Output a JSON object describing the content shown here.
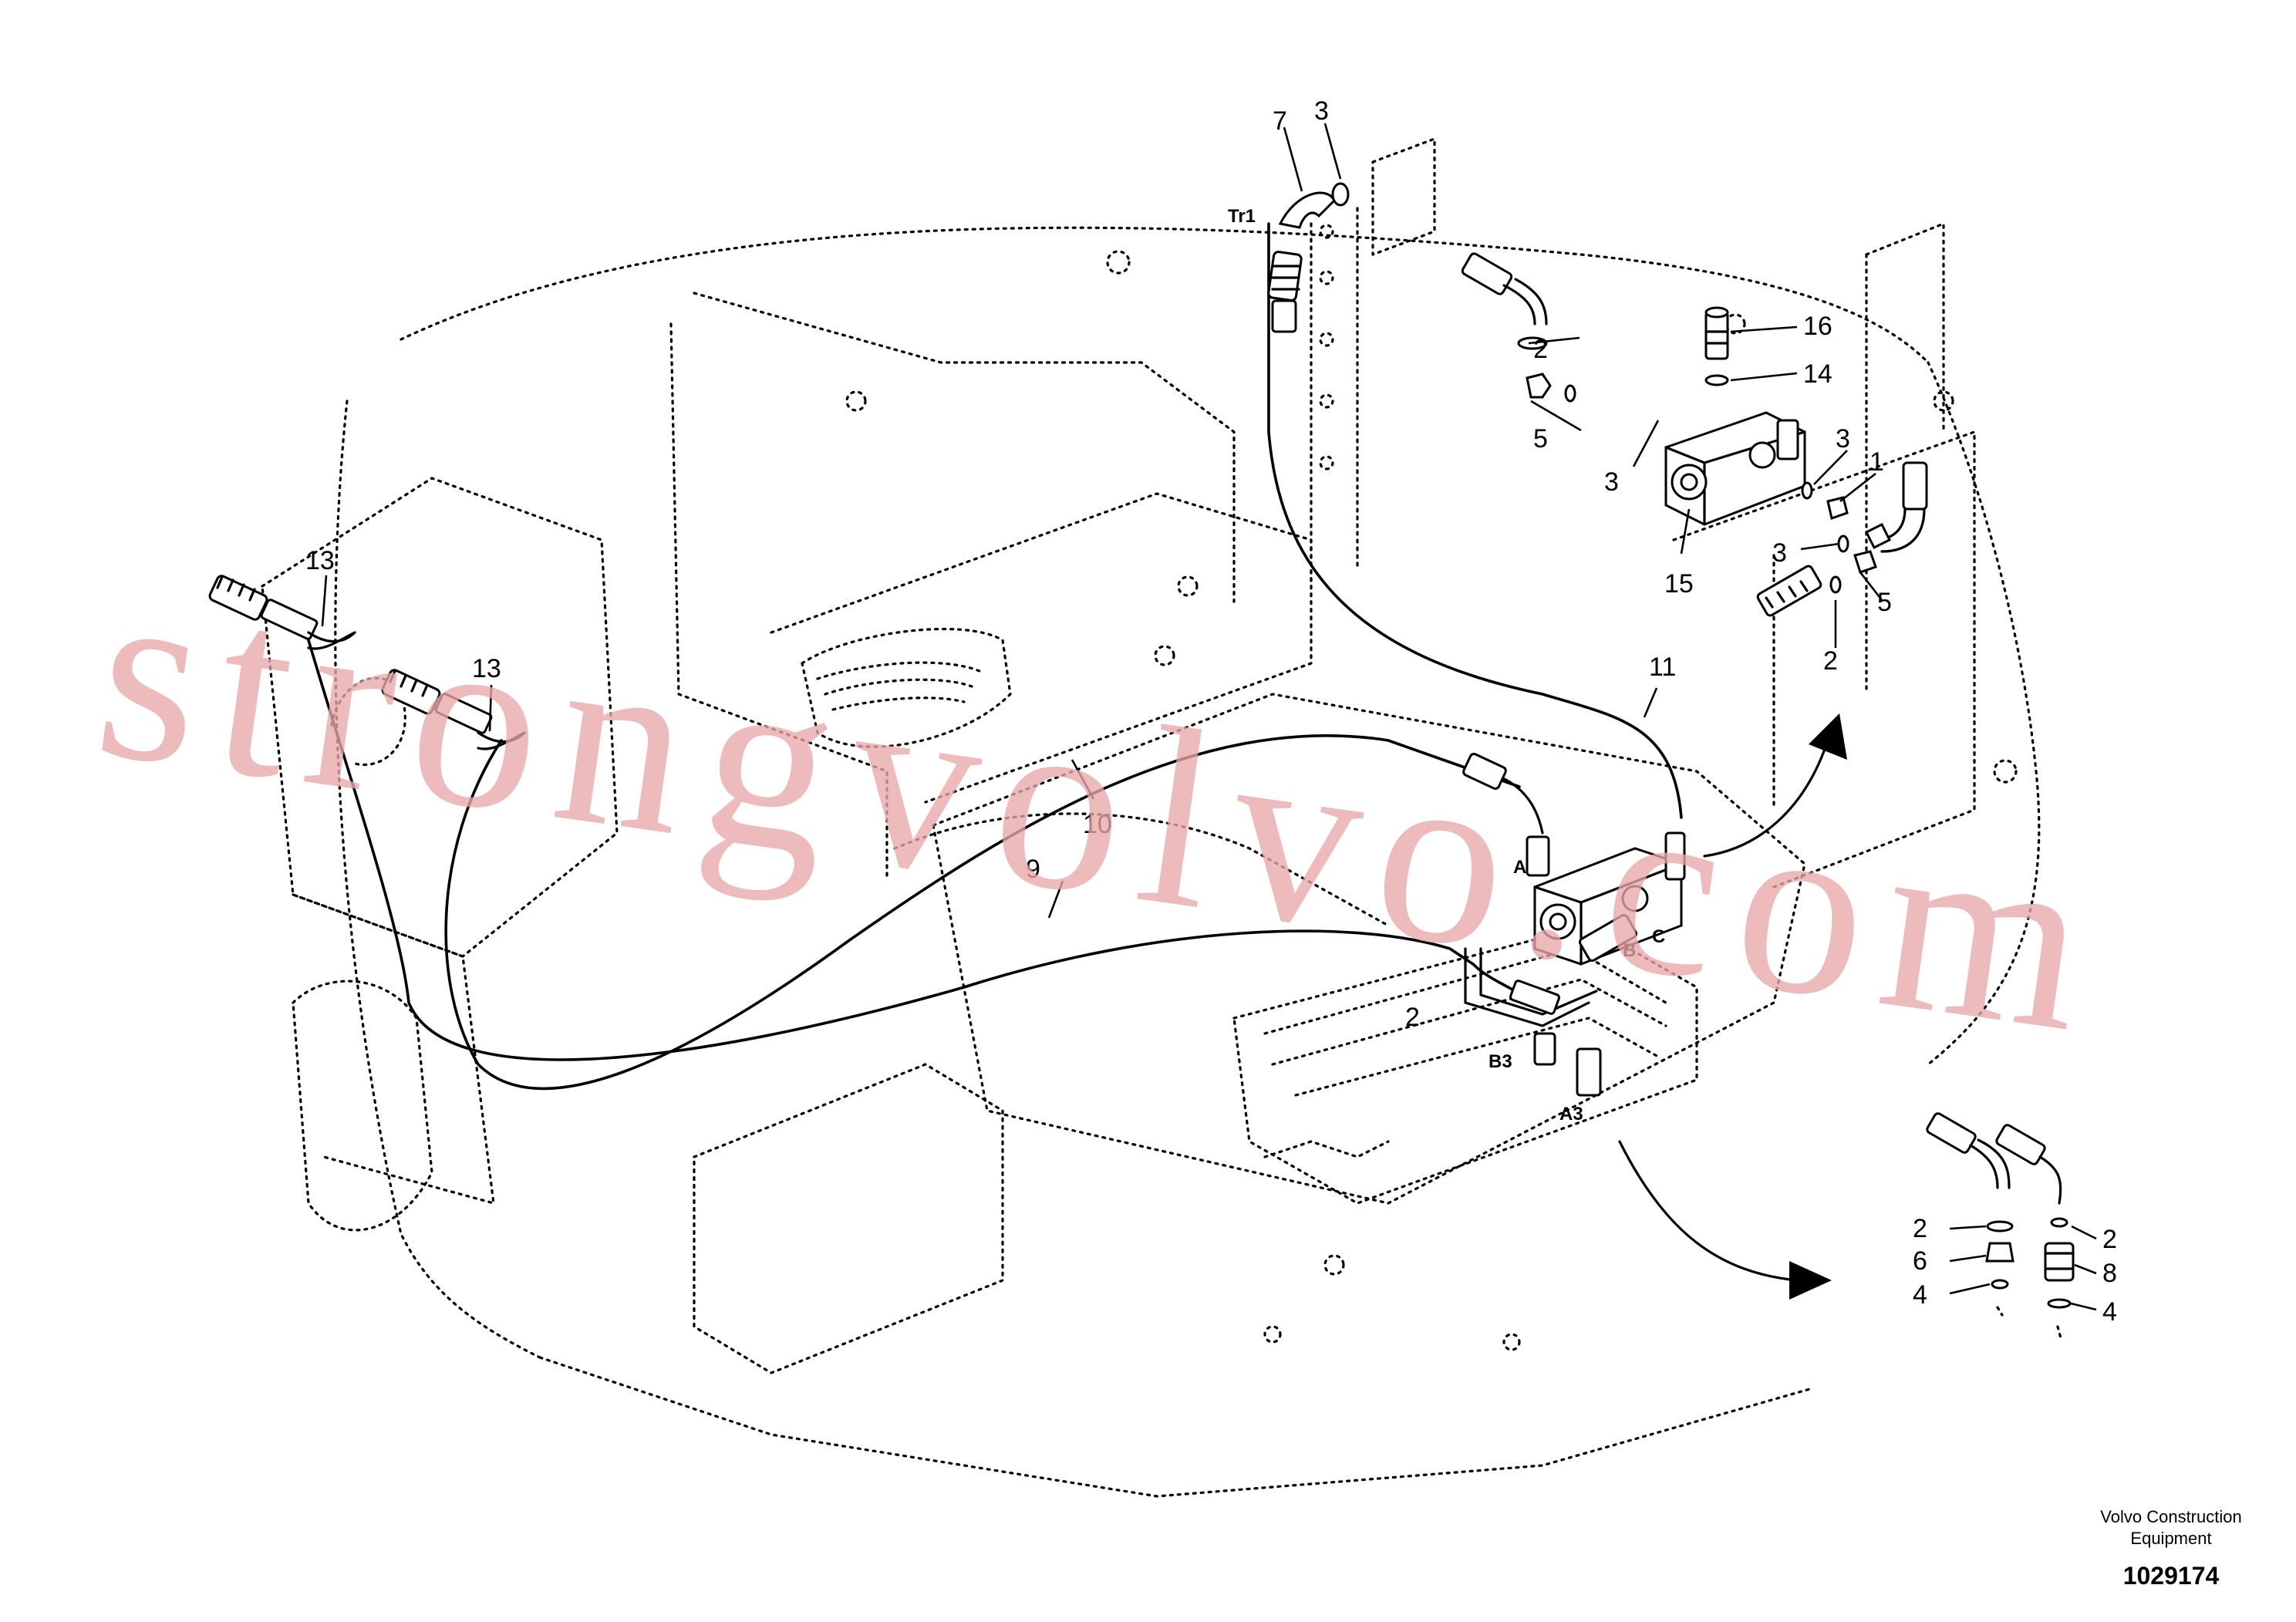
{
  "callouts": {
    "c1": "1",
    "c2a": "2",
    "c2b": "2",
    "c2c": "2",
    "c2d": "2",
    "c2e": "2",
    "c3a": "3",
    "c3b": "3",
    "c3c": "3",
    "c3d": "3",
    "c4a": "4",
    "c4b": "4",
    "c5a": "5",
    "c5b": "5",
    "c6": "6",
    "c7": "7",
    "c8": "8",
    "c9": "9",
    "c10": "10",
    "c11": "11",
    "c13a": "13",
    "c13b": "13",
    "c14": "14",
    "c15": "15",
    "c16": "16"
  },
  "ports": {
    "tr1": "Tr1",
    "a": "A",
    "b": "B",
    "c": "C",
    "a3": "A3",
    "b3": "B3"
  },
  "watermark": "strongvolvo.com",
  "footer": {
    "brand_line1": "Volvo Construction",
    "brand_line2": "Equipment",
    "drawing_number": "1029174"
  },
  "colors": {
    "line": "#000000",
    "background": "#ffffff",
    "watermark": "#e9a8aa"
  }
}
